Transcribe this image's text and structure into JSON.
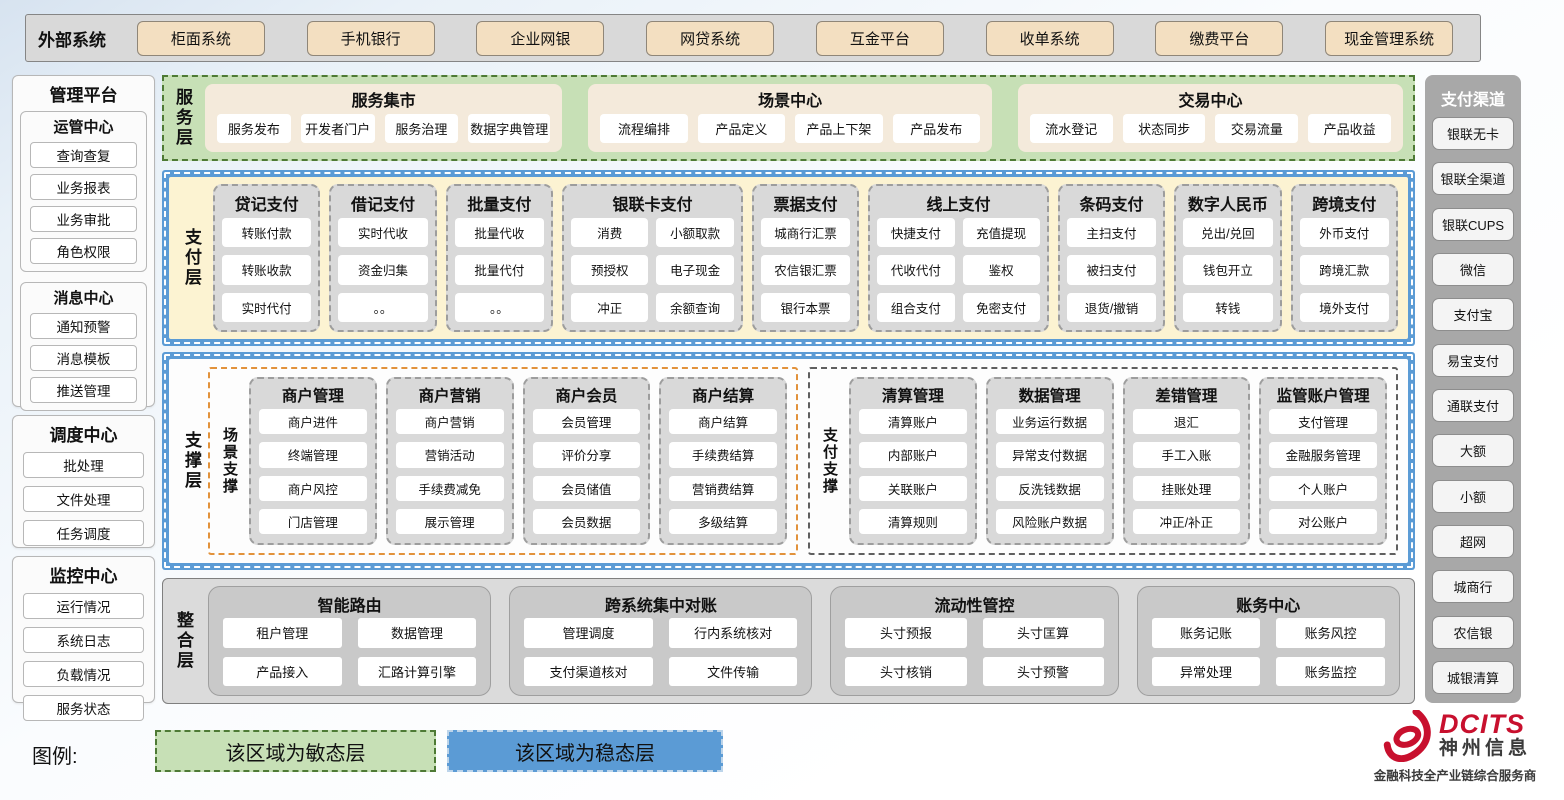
{
  "external_systems": {
    "label": "外部系统",
    "items": [
      "柜面系统",
      "手机银行",
      "企业网银",
      "网贷系统",
      "互金平台",
      "收单系统",
      "缴费平台",
      "现金管理系统"
    ]
  },
  "management_platform": {
    "title": "管理平台",
    "groups": [
      {
        "title": "运管中心",
        "items": [
          "查询查复",
          "业务报表",
          "业务审批",
          "角色权限"
        ]
      },
      {
        "title": "消息中心",
        "items": [
          "通知预警",
          "消息模板",
          "推送管理"
        ]
      }
    ],
    "panels": [
      {
        "title": "调度中心",
        "items": [
          "批处理",
          "文件处理",
          "任务调度"
        ]
      },
      {
        "title": "监控中心",
        "items": [
          "运行情况",
          "系统日志",
          "负载情况",
          "服务状态"
        ]
      }
    ]
  },
  "service_layer": {
    "label": "服务层",
    "panels": [
      {
        "title": "服务集市",
        "items": [
          "服务发布",
          "开发者门户",
          "服务治理",
          "数据字典管理"
        ]
      },
      {
        "title": "场景中心",
        "items": [
          "流程编排",
          "产品定义",
          "产品上下架",
          "产品发布"
        ]
      },
      {
        "title": "交易中心",
        "items": [
          "流水登记",
          "状态同步",
          "交易流量",
          "产品收益"
        ]
      }
    ]
  },
  "payment_layer": {
    "label": "支付层",
    "columns": [
      {
        "title": "贷记支付",
        "cols": 1,
        "items": [
          "转账付款",
          "转账收款",
          "实时代付"
        ]
      },
      {
        "title": "借记支付",
        "cols": 1,
        "items": [
          "实时代收",
          "资金归集",
          "。。"
        ]
      },
      {
        "title": "批量支付",
        "cols": 1,
        "items": [
          "批量代收",
          "批量代付",
          "。。"
        ]
      },
      {
        "title": "银联卡支付",
        "cols": 2,
        "items": [
          "消费",
          "小额取款",
          "预授权",
          "电子现金",
          "冲正",
          "余额查询"
        ]
      },
      {
        "title": "票据支付",
        "cols": 1,
        "items": [
          "城商行汇票",
          "农信银汇票",
          "银行本票"
        ]
      },
      {
        "title": "线上支付",
        "cols": 2,
        "items": [
          "快捷支付",
          "充值提现",
          "代收代付",
          "鉴权",
          "组合支付",
          "免密支付"
        ]
      },
      {
        "title": "条码支付",
        "cols": 1,
        "items": [
          "主扫支付",
          "被扫支付",
          "退货/撤销"
        ]
      },
      {
        "title": "数字人民币",
        "cols": 1,
        "items": [
          "兑出/兑回",
          "钱包开立",
          "转钱"
        ]
      },
      {
        "title": "跨境支付",
        "cols": 1,
        "items": [
          "外币支付",
          "跨境汇款",
          "境外支付"
        ]
      }
    ]
  },
  "support_layer": {
    "label": "支撑层",
    "groups": [
      {
        "label": "场景支撑",
        "accent": "orange",
        "columns": [
          {
            "title": "商户管理",
            "items": [
              "商户进件",
              "终端管理",
              "商户风控",
              "门店管理"
            ]
          },
          {
            "title": "商户营销",
            "items": [
              "商户营销",
              "营销活动",
              "手续费减免",
              "展示管理"
            ]
          },
          {
            "title": "商户会员",
            "items": [
              "会员管理",
              "评价分享",
              "会员储值",
              "会员数据"
            ]
          },
          {
            "title": "商户结算",
            "items": [
              "商户结算",
              "手续费结算",
              "营销费结算",
              "多级结算"
            ]
          }
        ]
      },
      {
        "label": "支付支撑",
        "accent": "gray",
        "columns": [
          {
            "title": "清算管理",
            "items": [
              "清算账户",
              "内部账户",
              "关联账户",
              "清算规则"
            ]
          },
          {
            "title": "数据管理",
            "items": [
              "业务运行数据",
              "异常支付数据",
              "反洗钱数据",
              "风险账户数据"
            ]
          },
          {
            "title": "差错管理",
            "items": [
              "退汇",
              "手工入账",
              "挂账处理",
              "冲正/补正"
            ]
          },
          {
            "title": "监管账户管理",
            "items": [
              "支付管理",
              "金融服务管理",
              "个人账户",
              "对公账户"
            ]
          }
        ]
      }
    ]
  },
  "integration_layer": {
    "label": "整合层",
    "groups": [
      {
        "title": "智能路由",
        "items": [
          "租户管理",
          "数据管理",
          "产品接入",
          "汇路计算引擎"
        ]
      },
      {
        "title": "跨系统集中对账",
        "items": [
          "管理调度",
          "行内系统核对",
          "支付渠道核对",
          "文件传输"
        ]
      },
      {
        "title": "流动性管控",
        "items": [
          "头寸预报",
          "头寸匡算",
          "头寸核销",
          "头寸预警"
        ]
      },
      {
        "title": "账务中心",
        "items": [
          "账务记账",
          "账务风控",
          "异常处理",
          "账务监控"
        ]
      }
    ]
  },
  "payment_channels": {
    "title": "支付渠道",
    "items": [
      "银联无卡",
      "银联全渠道",
      "银联CUPS",
      "微信",
      "支付宝",
      "易宝支付",
      "通联支付",
      "大额",
      "小额",
      "超网",
      "城商行",
      "农信银",
      "城银清算"
    ]
  },
  "legend": {
    "label": "图例:",
    "agile": "该区域为敏态层",
    "stable": "该区域为稳态层"
  },
  "logo": {
    "brand": "DCITS",
    "name": "神州信息",
    "tagline": "金融科技全产业链综合服务商"
  },
  "colors": {
    "agile_green": "#c7e0b6",
    "stable_blue": "#5b9bd5",
    "panel_cream": "#f4eadb",
    "payment_cream": "#fcf3d2",
    "node_gray": "#d9d9d9",
    "external_tan": "#f3dfc1",
    "channel_gray": "#a8a8a8",
    "accent_orange": "#e2923b",
    "brand_red": "#c8102e"
  }
}
